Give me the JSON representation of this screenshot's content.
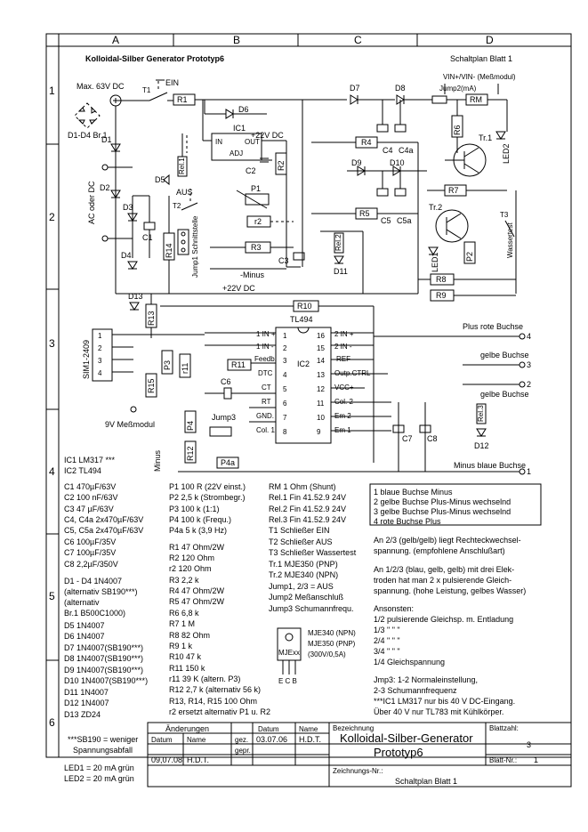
{
  "grid": {
    "columns": [
      "A",
      "B",
      "C",
      "D"
    ],
    "rows": [
      "1",
      "2",
      "3",
      "4",
      "5",
      "6"
    ]
  },
  "header": {
    "title": "Kolloidal-Silber Generator Prototyp6",
    "sheet": "Schaltplan Blatt 1"
  },
  "schematic": {
    "max_voltage": "Max. 63V DC",
    "ein": "EIN",
    "bridge": "D1-D4 Br.1",
    "ac_dc": "AC oder DC",
    "aus": "AUS",
    "minus": "-Minus",
    "jump1": "Jump1 Schnittstelle",
    "v22_top": "+22V DC",
    "v22_bus": "+22V DC",
    "ic1": "IC1",
    "ic1_in": "IN",
    "ic1_out": "OUT",
    "ic1_adj": "ADJ",
    "vin_meas": "VIN+/VIN- (Meßmodul)",
    "jump2": "Jump2(mA)",
    "sim": "SIM1-2409",
    "v9": "9V Meßmodul",
    "minus_vert": "Minus",
    "jump3": "Jump3",
    "tl494": "TL494",
    "ic2": "IC2",
    "pins_left": [
      "1 IN+",
      "2 IN-",
      "3 Feedb.",
      "4 DTC",
      "5 CT",
      "6 RT",
      "7 GND",
      "8 Col.1"
    ],
    "pins_right": [
      "16 2 IN+",
      "15 2 IN-",
      "14 REF",
      "13 Outp.CTRL",
      "12 VCC+",
      "11 Col.2",
      "10 Em 2",
      "9 Em 1"
    ],
    "out_plus_red": "Plus rote Buchse",
    "yellow_socket": "gelbe Buchse",
    "minus_blue": "Minus blaue Buchse",
    "wassertest": "Wassertest",
    "labels": {
      "R1": "R1",
      "R2": "R2",
      "R3": "R3",
      "R4": "R4",
      "R5": "R5",
      "R6": "R6",
      "R7": "R7",
      "R8": "R8",
      "R9": "R9",
      "R10": "R10",
      "R11": "R11",
      "R12": "R12",
      "R13": "R13",
      "R14": "R14",
      "R15": "R15",
      "r11": "r11",
      "r2": "r2",
      "RM": "RM",
      "D1": "D1",
      "D2": "D2",
      "D3": "D3",
      "D4": "D4",
      "D5": "D5",
      "D6": "D6",
      "D7": "D7",
      "D8": "D8",
      "D9": "D9",
      "D10": "D10",
      "D11": "D11",
      "D12": "D12",
      "D13": "D13",
      "C1": "C1",
      "C2": "C2",
      "C3": "C3",
      "C4": "C4",
      "C4a": "C4a",
      "C5": "C5",
      "C5a": "C5a",
      "C6": "C6",
      "C7": "C7",
      "C8": "C8",
      "P1": "P1",
      "P2": "P2",
      "P3": "P3",
      "P4": "P4",
      "P4a": "P4a",
      "T1": "T1",
      "T2": "T2",
      "T3": "T3",
      "Tr1": "Tr.1",
      "Tr2": "Tr.2",
      "LED1": "LED1",
      "LED2": "LED2"
    }
  },
  "parts_left": [
    "IC1  LM317 ***",
    "IC2  TL494",
    "",
    "C1 470µF/63V",
    "C2 100 nF/63V",
    "C3 47 µF/63V",
    "C4, C4a 2x470µF/63V",
    "C5, C5a 2x470µF/63V",
    "C6  100µF/35V",
    "C7  100µF/35V",
    "C8  2,2µF/350V",
    "",
    "D1 - D4  1N4007",
    "(alternativ SB190***)",
    "(alternativ",
    "  Br.1  B500C1000)",
    "D5 1N4007",
    "D6 1N4007",
    "D7  1N4007(SB190***)",
    "D8  1N4007(SB190***)",
    "D9  1N4007(SB190***)",
    "D10  1N4007(SB190***)",
    "D11 1N4007",
    "D12 1N4007",
    "D13 ZD24"
  ],
  "parts_mid": [
    "P1  100 R (22V einst.)",
    "P2  2,5 k (Strombegr.)",
    "P3  100 k (1:1)",
    "P4  100 k (Frequ.)",
    "P4a  5 k (3,9 Hz)",
    "",
    "R1  47 Ohm/2W",
    "R2  120 Ohm",
    "r2  120 Ohm",
    "R3  2,2 k",
    "R4  47 Ohm/2W",
    "R5  47 Ohm/2W",
    "R6  6,8 k",
    "R7  1 M",
    "R8  82 Ohm",
    "R9  1 k",
    "R10  47 k",
    "R11  150 k",
    "r11  39 K (altern. P3)",
    "R12  2,7 k (alternativ 56 k)",
    "R13, R14, R15  100 Ohm",
    "r2  ersetzt alternativ P1 u. R2"
  ],
  "parts_right": [
    "RM  1 Ohm (Shunt)",
    "Rel.1  Fin 41.52.9 24V",
    "Rel.2  Fin 41.52.9 24V",
    "Rel.3  Fin 41.52.9 24V",
    "T1  Schließer EIN",
    "T2  Schließer AUS",
    "T3  Schließer Wassertest",
    "Tr.1  MJE350 (PNP)",
    "Tr.2  MJE340 (NPN)",
    "Jump1, 2/3 = AUS",
    "Jump2  Meßanschluß",
    "Jump3  Schumannfrequ."
  ],
  "transistor": {
    "label": "MJExx",
    "info": [
      "MJE340 (NPN)",
      "MJE350 (PNP)",
      "(300V/0,5A)"
    ],
    "pins": "E C B"
  },
  "notes_sockets": [
    "1 blaue Buchse Minus",
    "2 gelbe Buchse Plus-Minus wechselnd",
    "3 gelbe Buchse Plus-Minus wechselnd",
    "4 rote  Buchse Plus"
  ],
  "notes_text": [
    "An 2/3 (gelb/gelb) liegt Rechteckwechsel-",
    "spannung. (empfohlene Anschlußart)",
    "",
    "An 1/2/3 (blau, gelb, gelb) mit drei Elek-",
    "troden hat man 2 x pulsierende Gleich-",
    "spannung. (hohe Leistung, gelbes Wasser)",
    "",
    "Ansonsten:",
    "1/2 pulsierende Gleichsp. m. Entladung",
    "1/3        \"           \"         \"",
    "2/4        \"           \"         \"",
    "3/4        \"           \"         \"",
    "1/4 Gleichspannung",
    "",
    "Jmp3: 1-2 Normaleinstellung,",
    "2-3 Schumannfrequenz",
    "***IC1  LM317 nur bis 40 V DC-Eingang.",
    "Über 40 V nur TL783 mit Kühlkörper."
  ],
  "footnotes": [
    "***SB190 = weniger",
    "Spannungsabfall",
    "",
    "LED1 = 20 mA grün",
    "LED2 = 20 mA grün"
  ],
  "title_block": {
    "changes": "Änderungen",
    "datum": "Datum",
    "name": "Name",
    "gez": "gez.",
    "gepr": "gepr.",
    "change_date": "09,07.08",
    "change_name": "H.D.T.",
    "date": "03.07.06",
    "drawn_name": "H.D.T.",
    "bezeichnung": "Bezeichnung",
    "project": "Kolloidal-Silber-Generator",
    "project2": "Prototyp6",
    "blattzahl": "Blattzahl:",
    "blatt_count": "3",
    "blatt_nr": "Blatt-Nr.:",
    "blatt_nr_val": "1",
    "zeichnungs_nr": "Zeichnungs-Nr.:",
    "drawing": "Schaltplan Blatt 1"
  }
}
